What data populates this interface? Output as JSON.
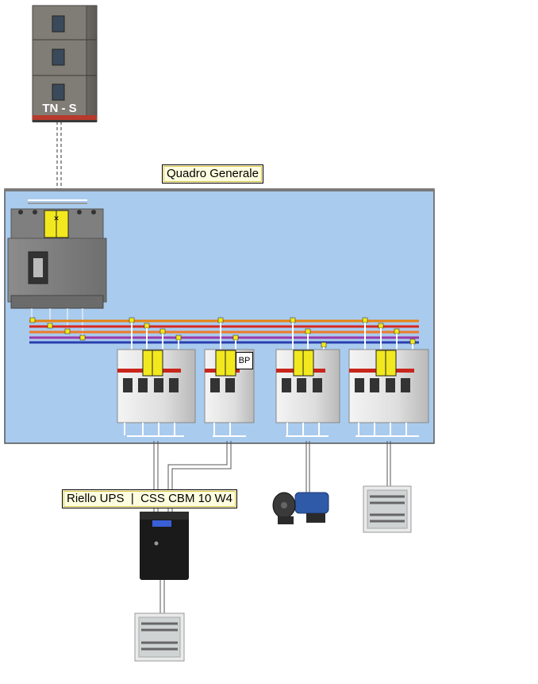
{
  "diagram": {
    "panel_label": "Quadro Generale",
    "source_label": "TN - S",
    "ups_label": "Riello UPS  |  CSS CBM 10 W4",
    "bypass_badge": "BP",
    "colors": {
      "panel_fill": "#a9cbee",
      "phase_l1": "#e8820f",
      "phase_l2": "#d8281c",
      "phase_l3": "#9b3aa8",
      "neutral": "#2a3fb0",
      "terminal": "#f2e81e"
    },
    "icons": [
      "tns-source-cabinet-icon",
      "main-breaker-icon",
      "breaker-4p-icon",
      "breaker-2p-bp-icon",
      "breaker-3p-icon",
      "ups-unit-icon",
      "pump-motor-icon",
      "distribution-board-icon"
    ]
  }
}
